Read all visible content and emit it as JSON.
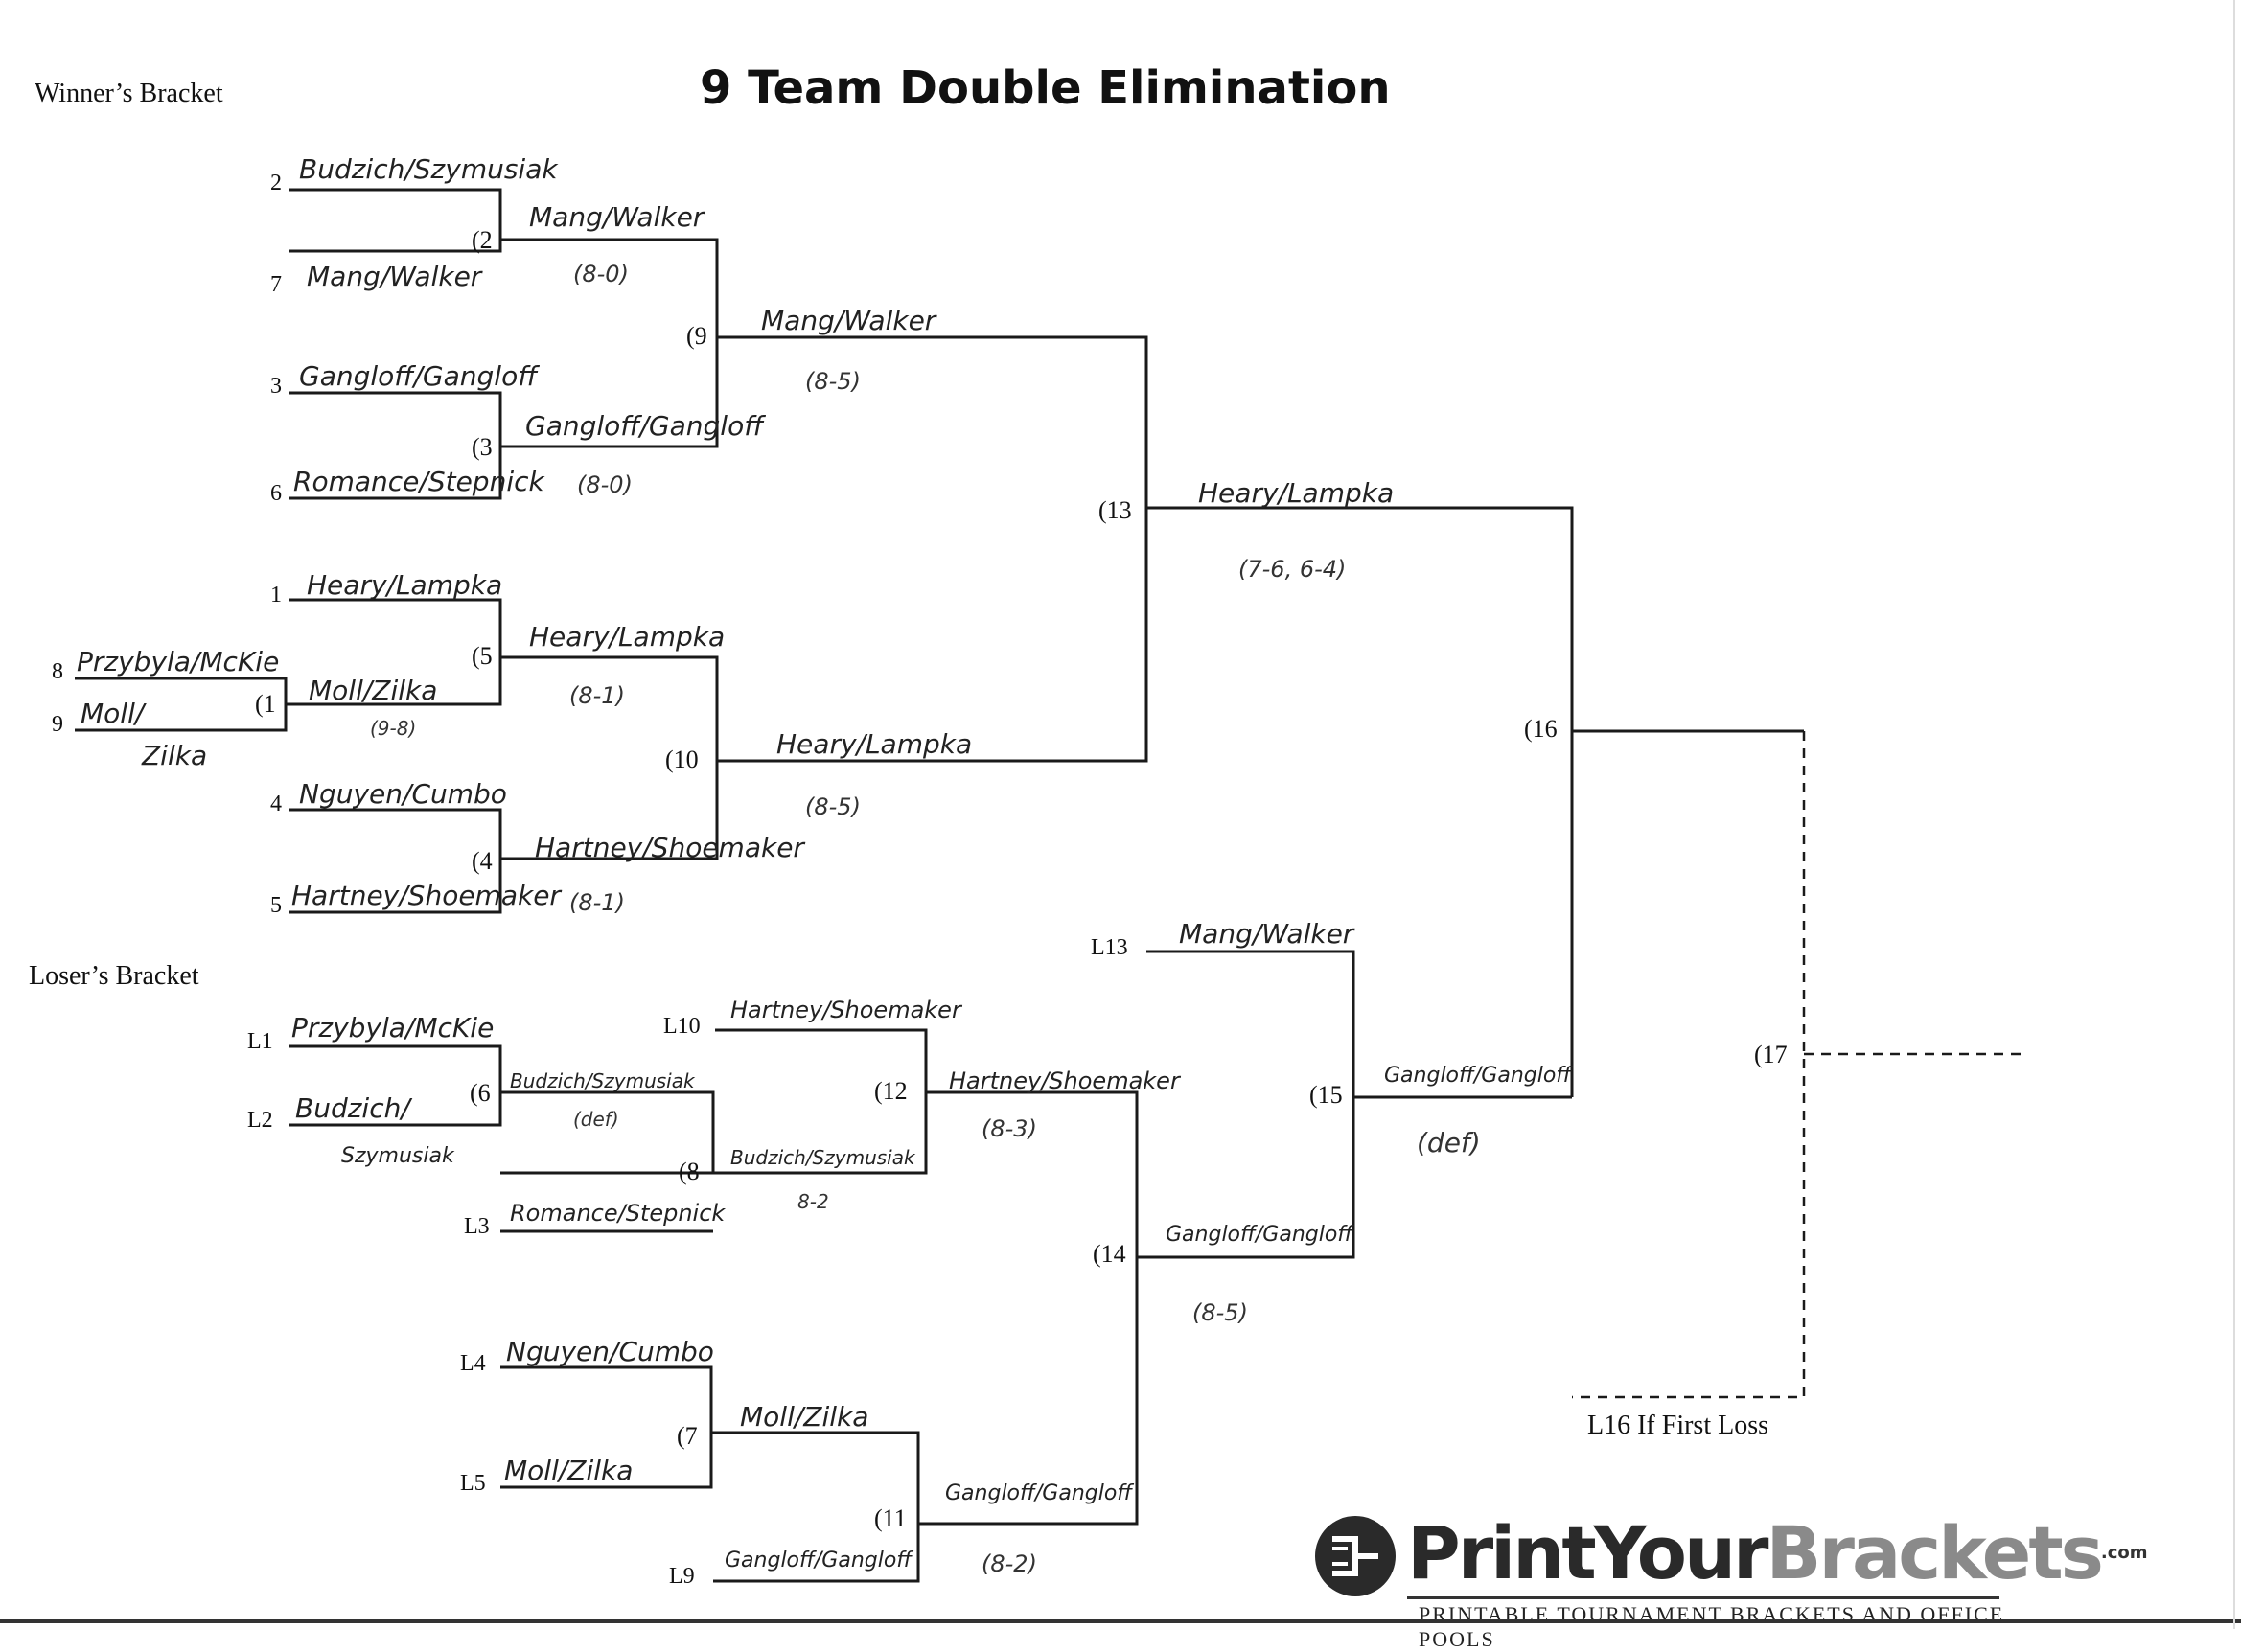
{
  "title": "9 Team Double Elimination",
  "winners_label": "Winner’s Bracket",
  "losers_label": "Loser’s Bracket",
  "if_first_loss": "L16 If First Loss",
  "logo": {
    "brand_dark": "PrintYour",
    "brand_light": "Brackets",
    "com": ".com",
    "tagline": "PRINTABLE TOURNAMENT BRACKETS AND OFFICE POOLS"
  },
  "seeds": {
    "s2": "2",
    "s7": "7",
    "s3": "3",
    "s6": "6",
    "s1": "1",
    "s8": "8",
    "s9": "9",
    "s4": "4",
    "s5": "5",
    "l1": "L1",
    "l2": "L2",
    "l3": "L3",
    "l4": "L4",
    "l5": "L5",
    "l9": "L9",
    "l10": "L10",
    "l13": "L13"
  },
  "games": {
    "g1": "(1",
    "g2": "(2",
    "g3": "(3",
    "g4": "(4",
    "g5": "(5",
    "g6": "(6",
    "g7": "(7",
    "g8": "(8",
    "g9": "(9",
    "g10": "(10",
    "g11": "(11",
    "g12": "(12",
    "g13": "(13",
    "g14": "(14",
    "g15": "(15",
    "g16": "(16",
    "g17": "(17"
  },
  "teams": {
    "w_s2": "Budzich/Szymusiak",
    "w_s7": "Mang/Walker",
    "w_s3": "Gangloff/Gangloff",
    "w_s6": "Romance/Stepnick",
    "w_s1": "Heary/Lampka",
    "w_s8": "Przybyla/McKie",
    "w_s9": "Moll/",
    "w_s9b": "Zilka",
    "w_s4": "Nguyen/Cumbo",
    "w_s5": "Hartney/Shoemaker",
    "w_g2": "Mang/Walker",
    "w_g3": "Gangloff/Gangloff",
    "w_g1": "Moll/Zilka",
    "w_g5": "Heary/Lampka",
    "w_g4": "Hartney/Shoemaker",
    "w_g9": "Mang/Walker",
    "w_g10": "Heary/Lampka",
    "w_g13": "Heary/Lampka",
    "l_l1": "Przybyla/McKie",
    "l_l2": "Budzich/",
    "l_l2b": "Szymusiak",
    "l_l3": "Romance/Stepnick",
    "l_l4": "Nguyen/Cumbo",
    "l_l5": "Moll/Zilka",
    "l_l9": "Gangloff/Gangloff",
    "l_l10": "Hartney/Shoemaker",
    "l_l13": "Mang/Walker",
    "l_g6": "Budzich/Szymusiak",
    "l_g8": "Budzich/Szymusiak",
    "l_g7": "Moll/Zilka",
    "l_g12": "Hartney/Shoemaker",
    "l_g11": "Gangloff/Gangloff",
    "l_g14": "Gangloff/Gangloff",
    "l_g15": "Gangloff/Gangloff"
  },
  "scores": {
    "g2": "(8-0)",
    "g3": "(8-0)",
    "g1": "(9-8)",
    "g5": "(8-1)",
    "g4": "(8-1)",
    "g9": "(8-5)",
    "g10": "(8-5)",
    "g13": "(7-6, 6-4)",
    "g6": "(def)",
    "g8": "8-2",
    "g12": "(8-3)",
    "g11": "(8-2)",
    "g14": "(8-5)",
    "g15": "(def)"
  }
}
